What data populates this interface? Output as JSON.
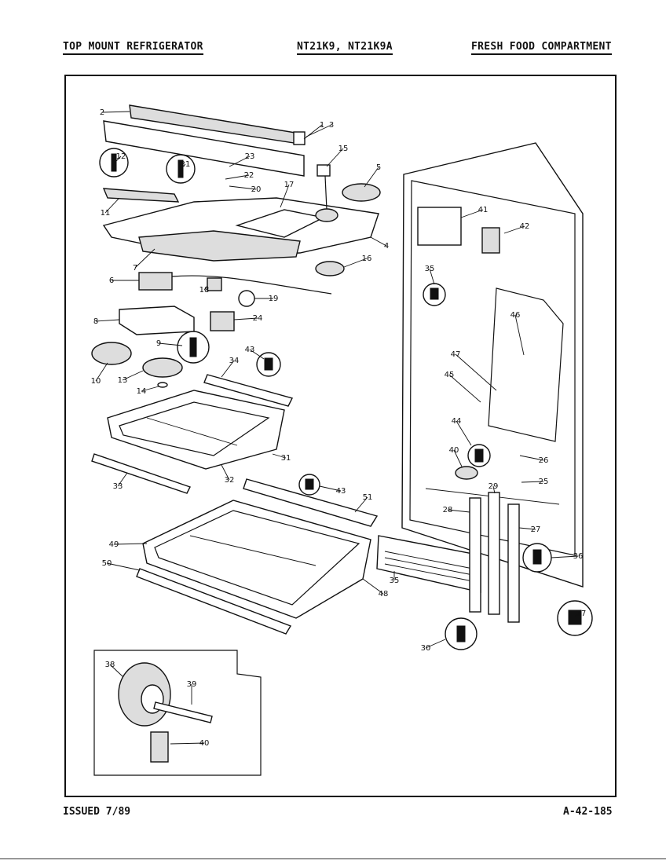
{
  "header": {
    "left": "TOP MOUNT REFRIGERATOR",
    "middle": "NT21K9, NT21K9A",
    "right": "FRESH FOOD COMPARTMENT"
  },
  "footer": {
    "issued": "ISSUED 7/89",
    "code": "A-42-185"
  },
  "part_numbers": [
    "1",
    "2",
    "3",
    "4",
    "5",
    "6",
    "7",
    "8",
    "9",
    "10",
    "11",
    "12",
    "13",
    "14",
    "15",
    "16",
    "17",
    "18",
    "19",
    "20",
    "21",
    "22",
    "23",
    "24",
    "25",
    "26",
    "27",
    "28",
    "29",
    "30",
    "31",
    "32",
    "33",
    "34",
    "35",
    "35",
    "36",
    "37",
    "38",
    "39",
    "40",
    "40",
    "41",
    "42",
    "43",
    "43",
    "44",
    "45",
    "46",
    "47",
    "48",
    "49",
    "50",
    "51"
  ]
}
